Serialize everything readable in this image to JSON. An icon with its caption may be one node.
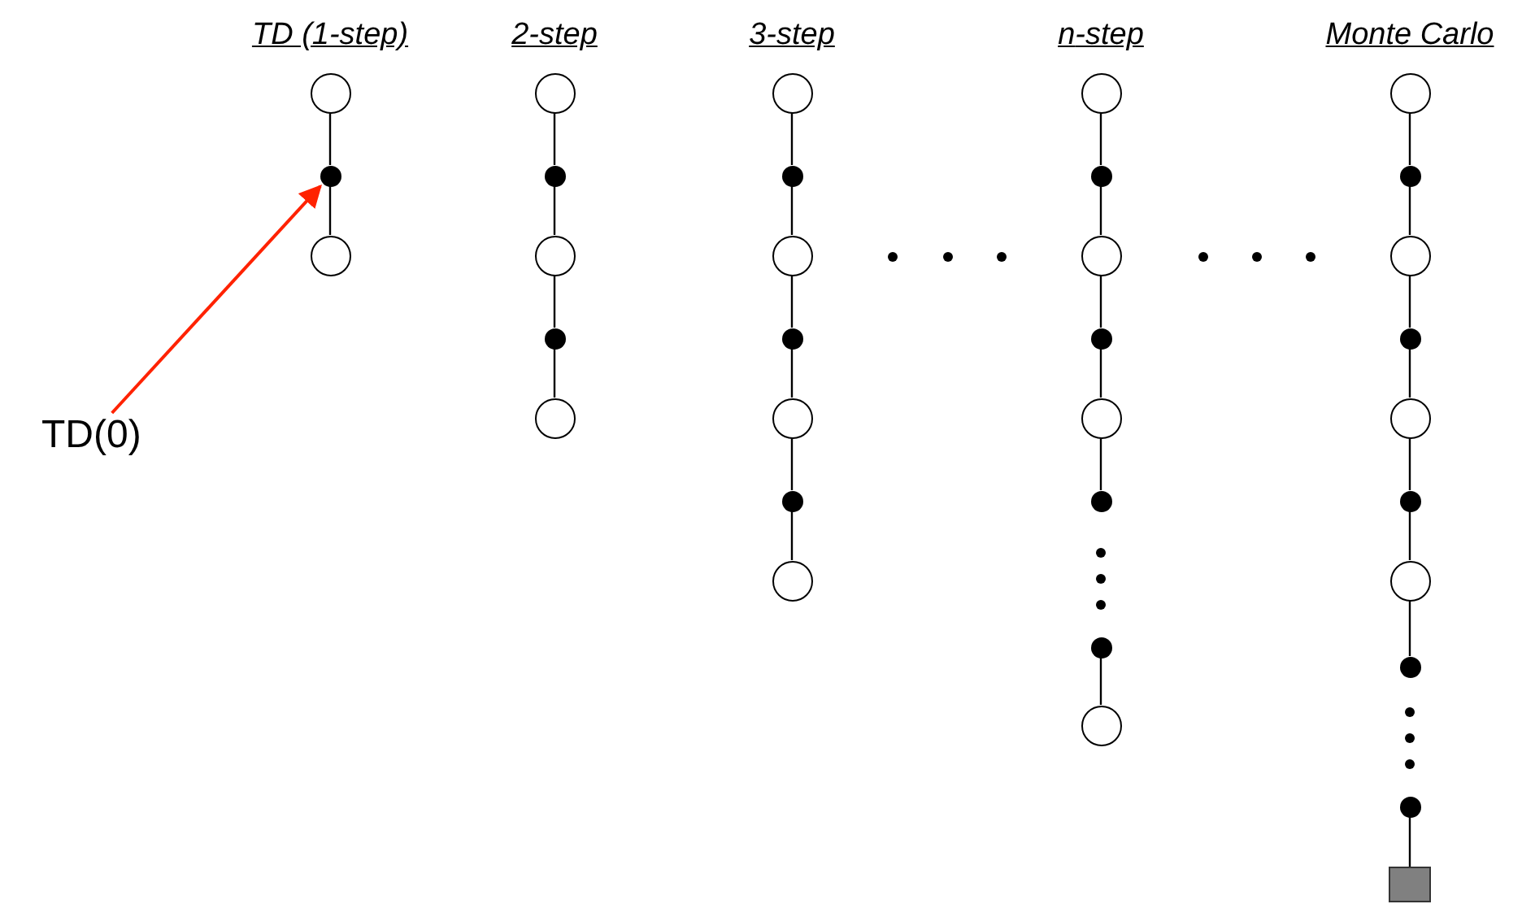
{
  "diagram": {
    "nodes": [
      {
        "text": [],
        "shape": "circle"
      },
      {
        "text": [],
        "shape": "dot"
      },
      {
        "text": [],
        "shape": "circle"
      },
      {
        "text": [],
        "shape": "circle"
      },
      {
        "text": [],
        "shape": "dot"
      },
      {
        "text": [],
        "shape": "circle"
      },
      {
        "text": [],
        "shape": "dot"
      },
      {
        "text": [],
        "shape": "circle"
      },
      {
        "text": [],
        "shape": "circle"
      },
      {
        "text": [],
        "shape": "dot"
      },
      {
        "text": [],
        "shape": "circle"
      },
      {
        "text": [],
        "shape": "dot"
      },
      {
        "text": [],
        "shape": "circle"
      },
      {
        "text": [],
        "shape": "dot"
      },
      {
        "text": [],
        "shape": "circle"
      },
      {
        "text": [],
        "shape": "circle"
      },
      {
        "text": [],
        "shape": "dot"
      },
      {
        "text": [],
        "shape": "circle"
      },
      {
        "text": [],
        "shape": "dot"
      },
      {
        "text": [],
        "shape": "circle"
      },
      {
        "text": [],
        "shape": "dot"
      },
      {
        "text": [],
        "shape": "dot"
      },
      {
        "text": [],
        "shape": "circle"
      },
      {
        "text": [],
        "shape": "circle"
      },
      {
        "text": [],
        "shape": "dot"
      },
      {
        "text": [],
        "shape": "circle"
      },
      {
        "text": [],
        "shape": "dot"
      },
      {
        "text": [],
        "shape": "circle"
      },
      {
        "text": [],
        "shape": "dot"
      },
      {
        "text": [],
        "shape": "circle"
      },
      {
        "text": [],
        "shape": "dot"
      },
      {
        "text": [],
        "shape": "dot"
      },
      {
        "text": [],
        "shape": "box"
      },
      {
        "text": [
          "TD(0)"
        ]
      }
    ],
    "edges": [
      {
        "from": 0,
        "to": 1,
        "arrow": "none"
      },
      {
        "from": 1,
        "to": 2,
        "arrow": "none"
      },
      {
        "from": 3,
        "to": 4,
        "arrow": "none"
      },
      {
        "from": 4,
        "to": 5,
        "arrow": "none"
      },
      {
        "from": 5,
        "to": 6,
        "arrow": "none"
      },
      {
        "from": 6,
        "to": 7,
        "arrow": "none"
      },
      {
        "from": 8,
        "to": 9,
        "arrow": "none"
      },
      {
        "from": 9,
        "to": 10,
        "arrow": "none"
      },
      {
        "from": 10,
        "to": 11,
        "arrow": "none"
      },
      {
        "from": 11,
        "to": 12,
        "arrow": "none"
      },
      {
        "from": 12,
        "to": 13,
        "arrow": "none"
      },
      {
        "from": 13,
        "to": 14,
        "arrow": "none"
      },
      {
        "from": 15,
        "to": 16,
        "arrow": "none"
      },
      {
        "from": 16,
        "to": 17,
        "arrow": "none"
      },
      {
        "from": 17,
        "to": 18,
        "arrow": "none"
      },
      {
        "from": 18,
        "to": 19,
        "arrow": "none"
      },
      {
        "from": 19,
        "to": 20,
        "arrow": "none"
      },
      {
        "from": 21,
        "to": 22,
        "arrow": "none"
      },
      {
        "from": 23,
        "to": 24,
        "arrow": "none"
      },
      {
        "from": 24,
        "to": 25,
        "arrow": "none"
      },
      {
        "from": 25,
        "to": 26,
        "arrow": "none"
      },
      {
        "from": 26,
        "to": 27,
        "arrow": "none"
      },
      {
        "from": 27,
        "to": 28,
        "arrow": "none"
      },
      {
        "from": 28,
        "to": 29,
        "arrow": "none"
      },
      {
        "from": 29,
        "to": 30,
        "arrow": "none"
      },
      {
        "from": 31,
        "to": 32,
        "arrow": "none"
      },
      {
        "from": 33,
        "to": 1,
        "arrow": "to",
        "color": "#ff2200"
      }
    ],
    "labels": [
      "TD (1-step)",
      "2-step",
      "3-step",
      "*n*-step",
      "Monte Carlo"
    ]
  }
}
